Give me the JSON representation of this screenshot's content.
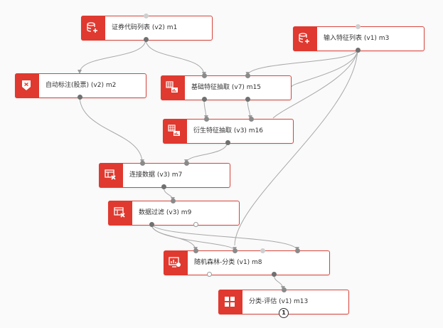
{
  "canvas": {
    "background": "#fafafa",
    "accent": "#e0392f",
    "edge_color": "#9e9e9e"
  },
  "nodes": {
    "m1": {
      "label": "证券代码列表 (v2) m1",
      "icon": "database-add-icon"
    },
    "m3": {
      "label": "输入特征列表 (v1) m3",
      "icon": "database-add-icon"
    },
    "m2": {
      "label": "自动标注(股票) (v2) m2",
      "icon": "label-down-icon"
    },
    "m15": {
      "label": "基础特征抽取 (v7) m15",
      "icon": "feature-grid-icon"
    },
    "m16": {
      "label": "衍生特征抽取 (v3) m16",
      "icon": "feature-grid-icon"
    },
    "m7": {
      "label": "连接数据 (v3) m7",
      "icon": "table-join-icon"
    },
    "m9": {
      "label": "数据过滤 (v3) m9",
      "icon": "table-filter-icon"
    },
    "m8": {
      "label": "随机森林-分类 (v1) m8",
      "icon": "chart-monitor-icon"
    },
    "m13": {
      "label": "分类-评估 (v1) m13",
      "icon": "grid-windows-icon",
      "badge": "1"
    }
  }
}
